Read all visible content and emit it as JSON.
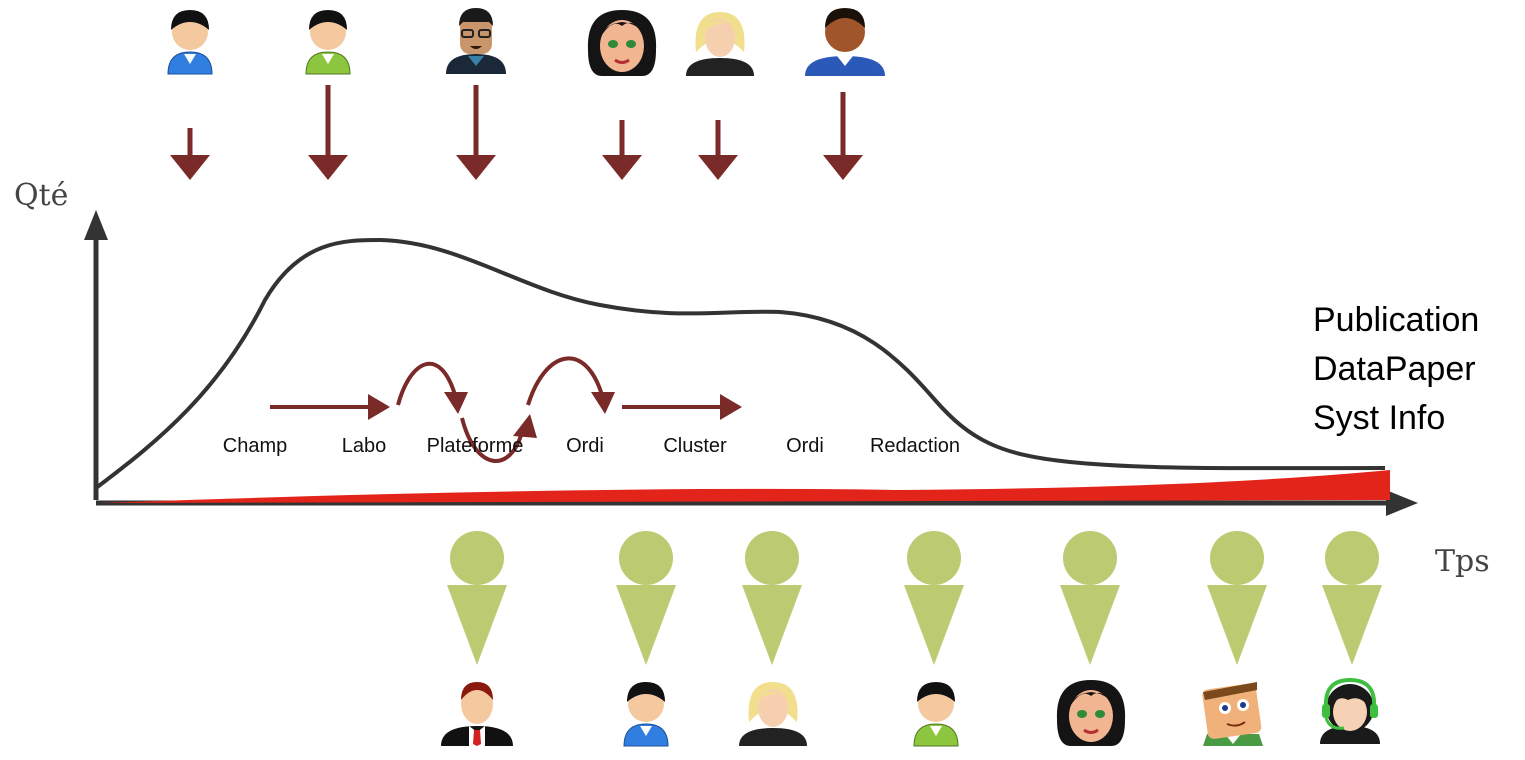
{
  "axes": {
    "y_label": "Qté",
    "x_label": "Tps"
  },
  "steps": [
    "Champ",
    "Labo",
    "Plateforme",
    "Ordi",
    "Cluster",
    "Ordi",
    "Redaction"
  ],
  "outputs": [
    "Publication",
    "DataPaper",
    "Syst Info"
  ],
  "colors": {
    "curve": "#333333",
    "data_band": "#e3241b",
    "workflow_arrow": "#7a2a28",
    "incoming_arrow": "#7a2a28",
    "outgoing_marker": "#bccb72",
    "axis": "#333333"
  },
  "contributors_in": [
    "blue-shirt-user-icon",
    "green-shirt-user-icon",
    "man-with-glasses-icon",
    "dark-haired-woman-icon",
    "blonde-woman-icon",
    "dark-skinned-man-icon"
  ],
  "users_out": [
    "businessman-red-tie-icon",
    "blue-shirt-user-icon",
    "blonde-woman-icon",
    "green-shirt-user-icon",
    "dark-haired-woman-icon",
    "cartoon-man-icon",
    "headset-support-icon"
  ]
}
